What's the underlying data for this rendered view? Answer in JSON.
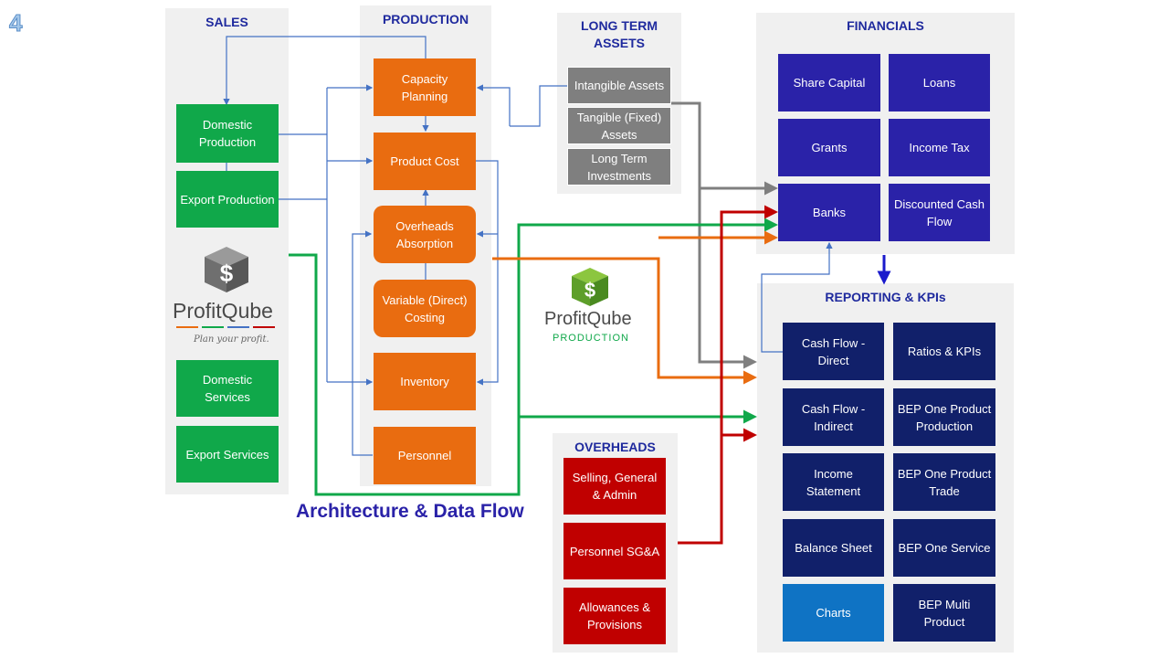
{
  "page_number": "4",
  "title": "Architecture & Data Flow",
  "sales": {
    "title": "SALES",
    "items": [
      "Domestic Production",
      "Export Production",
      "Domestic Services",
      "Export Services"
    ]
  },
  "production": {
    "title": "PRODUCTION",
    "items": [
      "Capacity Planning",
      "Product Cost",
      "Overheads Absorption",
      "Variable (Direct) Costing",
      "Inventory",
      "Personnel"
    ]
  },
  "long_term_assets": {
    "title": "LONG TERM ASSETS",
    "items": [
      "Intangible Assets",
      "Tangible (Fixed) Assets",
      "Long Term Investments"
    ]
  },
  "financials": {
    "title": "FINANCIALS",
    "items": [
      "Share Capital",
      "Loans",
      "Grants",
      "Income Tax",
      "Banks",
      "Discounted Cash Flow"
    ]
  },
  "reporting": {
    "title": "REPORTING & KPIs",
    "items": [
      "Cash Flow - Direct",
      "Ratios & KPIs",
      "Cash Flow - Indirect",
      "BEP One Product Production",
      "Income Statement",
      "BEP One Product Trade",
      "Balance Sheet",
      "BEP One Service",
      "Charts",
      "BEP Multi Product"
    ]
  },
  "overheads": {
    "title": "OVERHEADS",
    "items": [
      "Selling, General & Admin",
      "Personnel SG&A",
      "Allowances & Provisions"
    ]
  },
  "logo_main": {
    "name": "ProfitQube",
    "tagline": "Plan your profit."
  },
  "logo_production": {
    "name": "ProfitQube",
    "sub": "PRODUCTION"
  },
  "colors": {
    "sales": "#10a84a",
    "production": "#e96c10",
    "assets": "#7f7f7f",
    "financials": "#2a22a8",
    "reporting": "#11206a",
    "charts": "#0f73c4",
    "overheads": "#c00000",
    "title": "#2a22a8"
  },
  "icons": [
    "dollar-cube-icon"
  ]
}
